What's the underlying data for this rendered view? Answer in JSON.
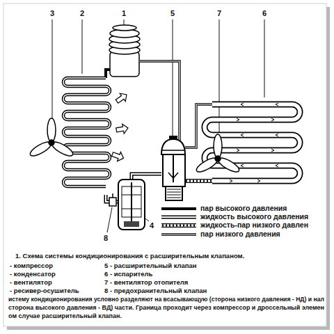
{
  "diagram": {
    "caption": "1. Схема системы кондиционирования с расширительным клапаном.",
    "labels": [
      "3",
      "2",
      "1",
      "5",
      "7",
      "6",
      "8",
      "4",
      "- компрессор",
      "5 - расширительный клапан",
      "- конденсатор",
      "6 - испаритель",
      "- вентилятор",
      "7 - вентилятор отопителя",
      "- ресивер-осушитель",
      "8 - предохранительный клапан",
      "истему кондиционирования условно разделяют на всасывающую (сторона низкого давления - НД) и нал",
      "сторона высокого давления - ВД) части. Граница проходит через компрессор и дроссельный элемен",
      "ом случае расширительный клапан."
    ],
    "legend": [
      {
        "text": "пар высокого давления"
      },
      {
        "text": "жидкость высокого давления"
      },
      {
        "text": "жидкость-пар низкого давлен"
      },
      {
        "text": "пар низкого давления"
      }
    ]
  }
}
